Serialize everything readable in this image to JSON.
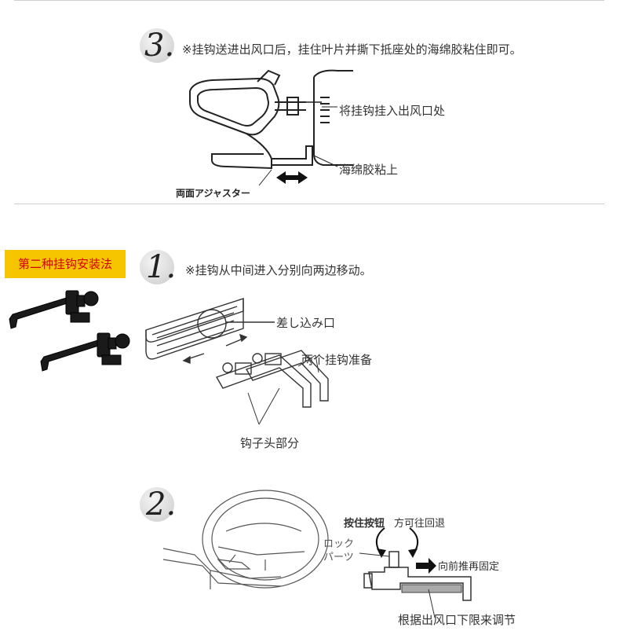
{
  "section1": {
    "step3": {
      "number": "3.",
      "text": "※挂钩送进出风口后，挂住叶片并撕下抵座处的海绵胶粘住即可。",
      "callout_insert": "将挂钩挂入出风口处",
      "callout_sponge": "海绵胶粘上",
      "callout_adjuster": "両面アジャスター"
    }
  },
  "section2": {
    "method_label": "第二种挂钩安装法",
    "step1": {
      "number": "1.",
      "text": "※挂钩从中间进入分别向两边移动。",
      "callout_slot": "差し込み口",
      "callout_two_hooks": "两个挂钩准备",
      "callout_hook_head": "钩子头部分"
    },
    "step2": {
      "number": "2.",
      "callout_press_button": "按住按钮",
      "callout_retreat": "方可往回退",
      "callout_lock_1": "ロック",
      "callout_lock_2": "パーツ",
      "callout_push_fix": "向前推再固定",
      "callout_adjust": "根据出风口下限来调节"
    }
  }
}
